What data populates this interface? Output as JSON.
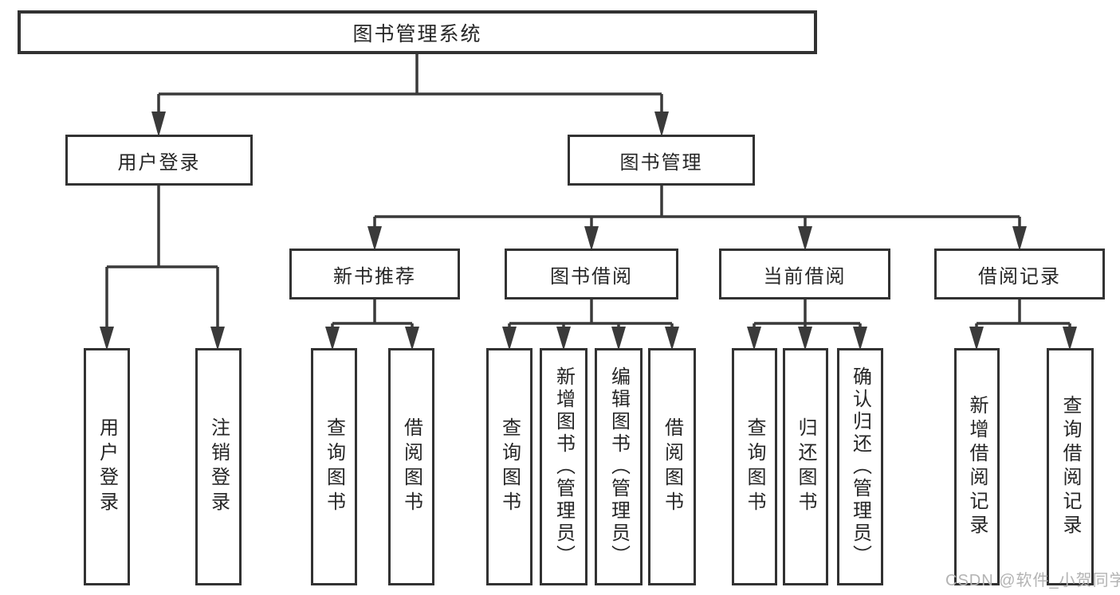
{
  "diagram": {
    "type": "hierarchy-tree",
    "title": "图书管理系统"
  },
  "nodes": {
    "root": {
      "label": "图书管理系统"
    },
    "user_login": {
      "label": "用户登录"
    },
    "book_management": {
      "label": "图书管理"
    },
    "new_book_rec": {
      "label": "新书推荐"
    },
    "book_borrow": {
      "label": "图书借阅"
    },
    "current_borrow": {
      "label": "当前借阅"
    },
    "borrow_record": {
      "label": "借阅记录"
    },
    "leaf_user_login": {
      "label": "用户登录"
    },
    "leaf_logout": {
      "label": "注销登录"
    },
    "leaf_query_book_a": {
      "label": "查询图书"
    },
    "leaf_borrow_book_a": {
      "label": "借阅图书"
    },
    "leaf_query_book_b": {
      "label": "查询图书"
    },
    "leaf_add_book": {
      "label": "新增图书（管理员）"
    },
    "leaf_edit_book": {
      "label": "编辑图书（管理员）"
    },
    "leaf_borrow_book_b": {
      "label": "借阅图书"
    },
    "leaf_query_book_c": {
      "label": "查询图书"
    },
    "leaf_return_book": {
      "label": "归还图书"
    },
    "leaf_confirm_return": {
      "label": "确认归还（管理员）"
    },
    "leaf_add_record": {
      "label": "新增借阅记录"
    },
    "leaf_query_record": {
      "label": "查询借阅记录"
    }
  },
  "edges": [
    [
      "root",
      "user_login"
    ],
    [
      "root",
      "book_management"
    ],
    [
      "user_login",
      "leaf_user_login"
    ],
    [
      "user_login",
      "leaf_logout"
    ],
    [
      "book_management",
      "new_book_rec"
    ],
    [
      "book_management",
      "book_borrow"
    ],
    [
      "book_management",
      "current_borrow"
    ],
    [
      "book_management",
      "borrow_record"
    ],
    [
      "new_book_rec",
      "leaf_query_book_a"
    ],
    [
      "new_book_rec",
      "leaf_borrow_book_a"
    ],
    [
      "book_borrow",
      "leaf_query_book_b"
    ],
    [
      "book_borrow",
      "leaf_add_book"
    ],
    [
      "book_borrow",
      "leaf_edit_book"
    ],
    [
      "book_borrow",
      "leaf_borrow_book_b"
    ],
    [
      "current_borrow",
      "leaf_query_book_c"
    ],
    [
      "current_borrow",
      "leaf_return_book"
    ],
    [
      "current_borrow",
      "leaf_confirm_return"
    ],
    [
      "borrow_record",
      "leaf_add_record"
    ],
    [
      "borrow_record",
      "leaf_query_record"
    ]
  ],
  "watermark": {
    "text": "CSDN @软件_小贺同学"
  },
  "colors": {
    "background": "#ffffff",
    "line": "#3a3a3a",
    "box_border": "#323232",
    "text": "#262626",
    "watermark": "#b3b3b3"
  }
}
